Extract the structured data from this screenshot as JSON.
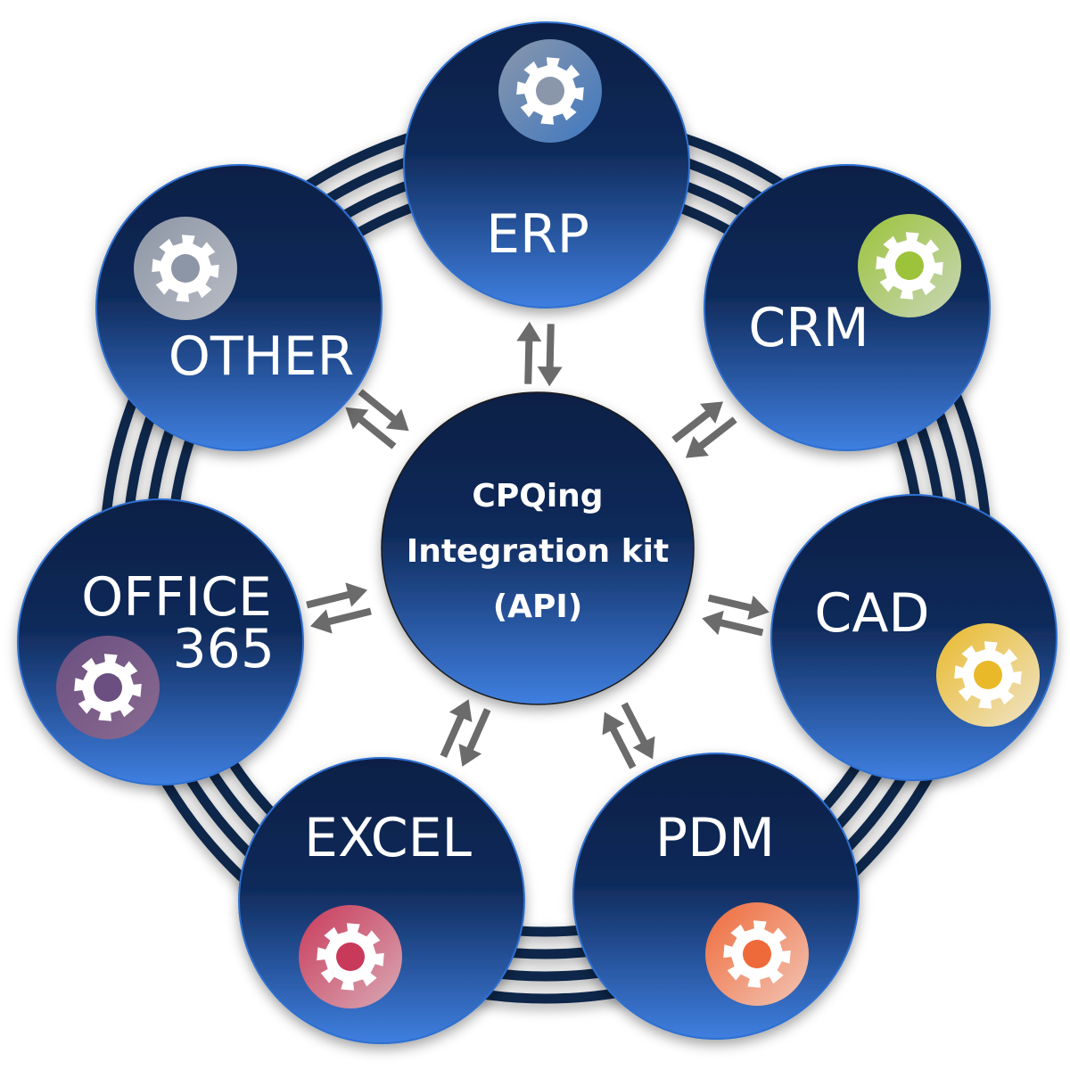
{
  "hub": {
    "lines": [
      "CPQing",
      "Integration kit",
      "(API)"
    ]
  },
  "nodes": [
    {
      "id": "erp",
      "label": "ERP",
      "gear_colors": [
        "#8a97ab",
        "#3f78c0"
      ]
    },
    {
      "id": "crm",
      "label": "CRM",
      "gear_colors": [
        "#9cc33a",
        "#c8d6b8"
      ]
    },
    {
      "id": "cad",
      "label": "CAD",
      "gear_colors": [
        "#e9b92a",
        "#efe4c8"
      ]
    },
    {
      "id": "pdm",
      "label": "PDM",
      "gear_colors": [
        "#ee6a3a",
        "#f2c5b5"
      ]
    },
    {
      "id": "excel",
      "label": "EXCEL",
      "gear_colors": [
        "#c93a5a",
        "#d8aab5"
      ]
    },
    {
      "id": "office",
      "label": "OFFICE",
      "label2": "365",
      "gear_colors": [
        "#6a4f80",
        "#8a6a90"
      ]
    },
    {
      "id": "other",
      "label": "OTHER",
      "gear_colors": [
        "#8d96a6",
        "#b8bcc4"
      ]
    }
  ],
  "colors": {
    "node_top": "#0b1f45",
    "node_bottom": "#3d7ad9",
    "ring": "#0d2549",
    "arrow": "#6b6b6b"
  }
}
